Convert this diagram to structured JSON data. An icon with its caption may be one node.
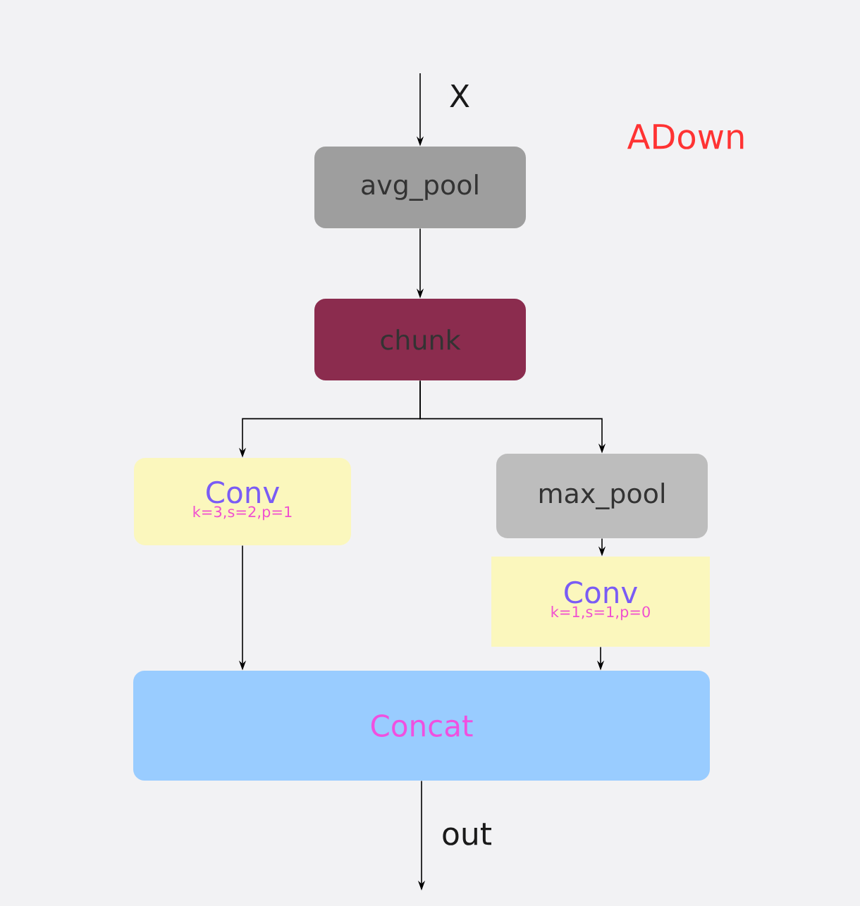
{
  "diagram": {
    "title": "ADown",
    "nodes": [
      {
        "text": [
          "avg_pool"
        ]
      },
      {
        "text": [
          "chunk"
        ]
      },
      {
        "text": [
          "Conv",
          "k=3,s=2,p=1"
        ]
      },
      {
        "text": [
          "max_pool"
        ]
      },
      {
        "text": [
          "Conv",
          "k=1,s=1,p=0"
        ]
      },
      {
        "text": [
          "Concat"
        ]
      }
    ],
    "edges": [
      {
        "from": null,
        "to": 0,
        "arrow": "to",
        "label": "X"
      },
      {
        "from": 0,
        "to": 1,
        "arrow": "to"
      },
      {
        "from": 1,
        "to": 2,
        "arrow": "to"
      },
      {
        "from": 1,
        "to": 3,
        "arrow": "to"
      },
      {
        "from": 2,
        "to": 5,
        "arrow": "to"
      },
      {
        "from": 3,
        "to": 4,
        "arrow": "to"
      },
      {
        "from": 4,
        "to": 5,
        "arrow": "to"
      },
      {
        "from": 5,
        "to": null,
        "arrow": "to",
        "label": "out"
      }
    ]
  }
}
